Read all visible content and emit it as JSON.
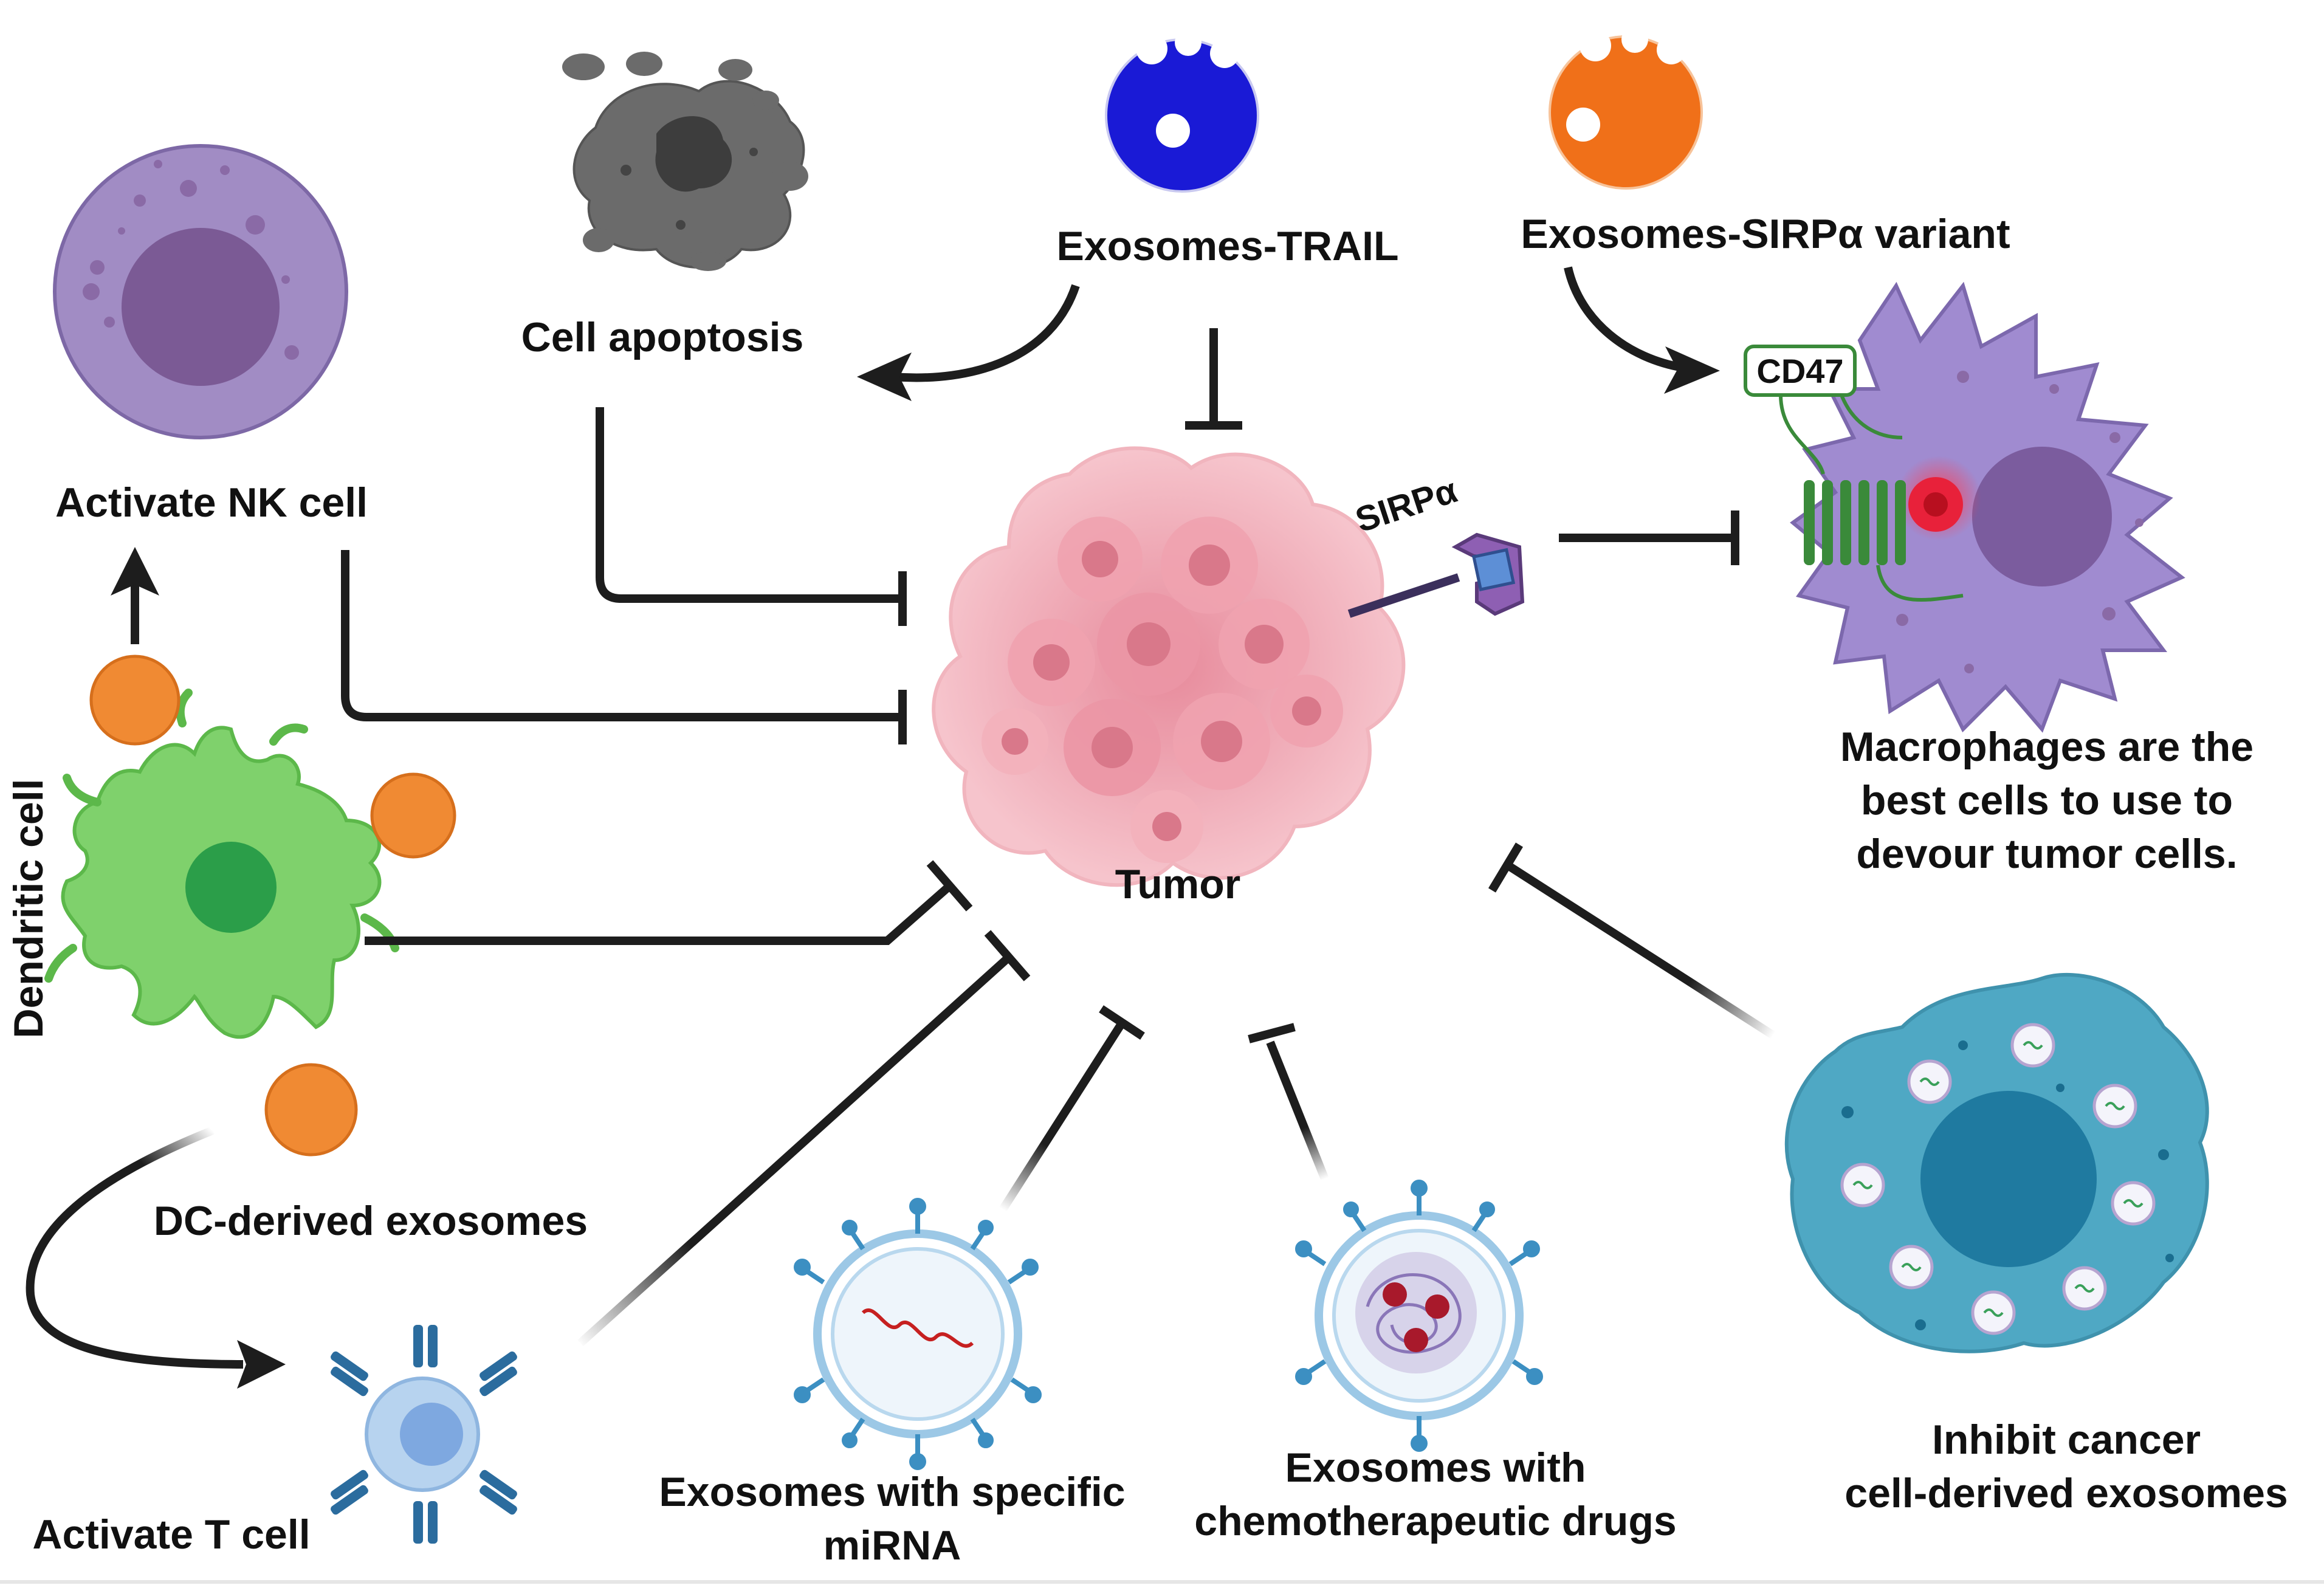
{
  "labels": {
    "activate_nk": "Activate NK cell",
    "cell_apoptosis": "Cell apoptosis",
    "exosomes_trail": "Exosomes-TRAIL",
    "exosomes_sirpa": "Exosomes-SIRPα variant",
    "cd47": "CD47",
    "sirpa": "SIRPα",
    "tumor": "Tumor",
    "macrophage_line1": "Macrophages are the",
    "macrophage_line2": "best cells to use to",
    "macrophage_line3": "devour tumor cells.",
    "dendritic_cell": "Dendritic cell",
    "dc_exosomes": "DC-derived exosomes",
    "activate_t": "Activate T cell",
    "mirna_line1": "Exosomes with specific",
    "mirna_line2": "miRNA",
    "chemo_line1": "Exosomes with",
    "chemo_line2": "chemotherapeutic drugs",
    "cancer_line1": "Inhibit cancer",
    "cancer_line2": "cell-derived exosomes"
  },
  "colors": {
    "nk_cell": "#a18cc4",
    "nk_nucleus": "#7b5a95",
    "apoptosis": "#6b6b6b",
    "exosome_trail": "#1a1ad6",
    "exosome_sirpa": "#f07019",
    "tumor": "#f2a9b4",
    "tumor_nucleus": "#d9788a",
    "macrophage": "#a08bd0",
    "macrophage_nucleus": "#7b5c9e",
    "cd47": "#3a8a3a",
    "red_spot": "#e8213a",
    "dendritic": "#7fd16c",
    "dendritic_nucleus": "#2b9e49",
    "dc_exosome": "#f08a33",
    "t_cell": "#b7d3ef",
    "t_nucleus": "#7ea8e0",
    "t_receptor": "#2b6c9e",
    "exosome_ring": "#9cc8e6",
    "rna": "#c62020",
    "cancer_cell": "#4fa8c4",
    "cancer_nucleus": "#1f7aa0",
    "arrow": "#1d1d1d"
  }
}
